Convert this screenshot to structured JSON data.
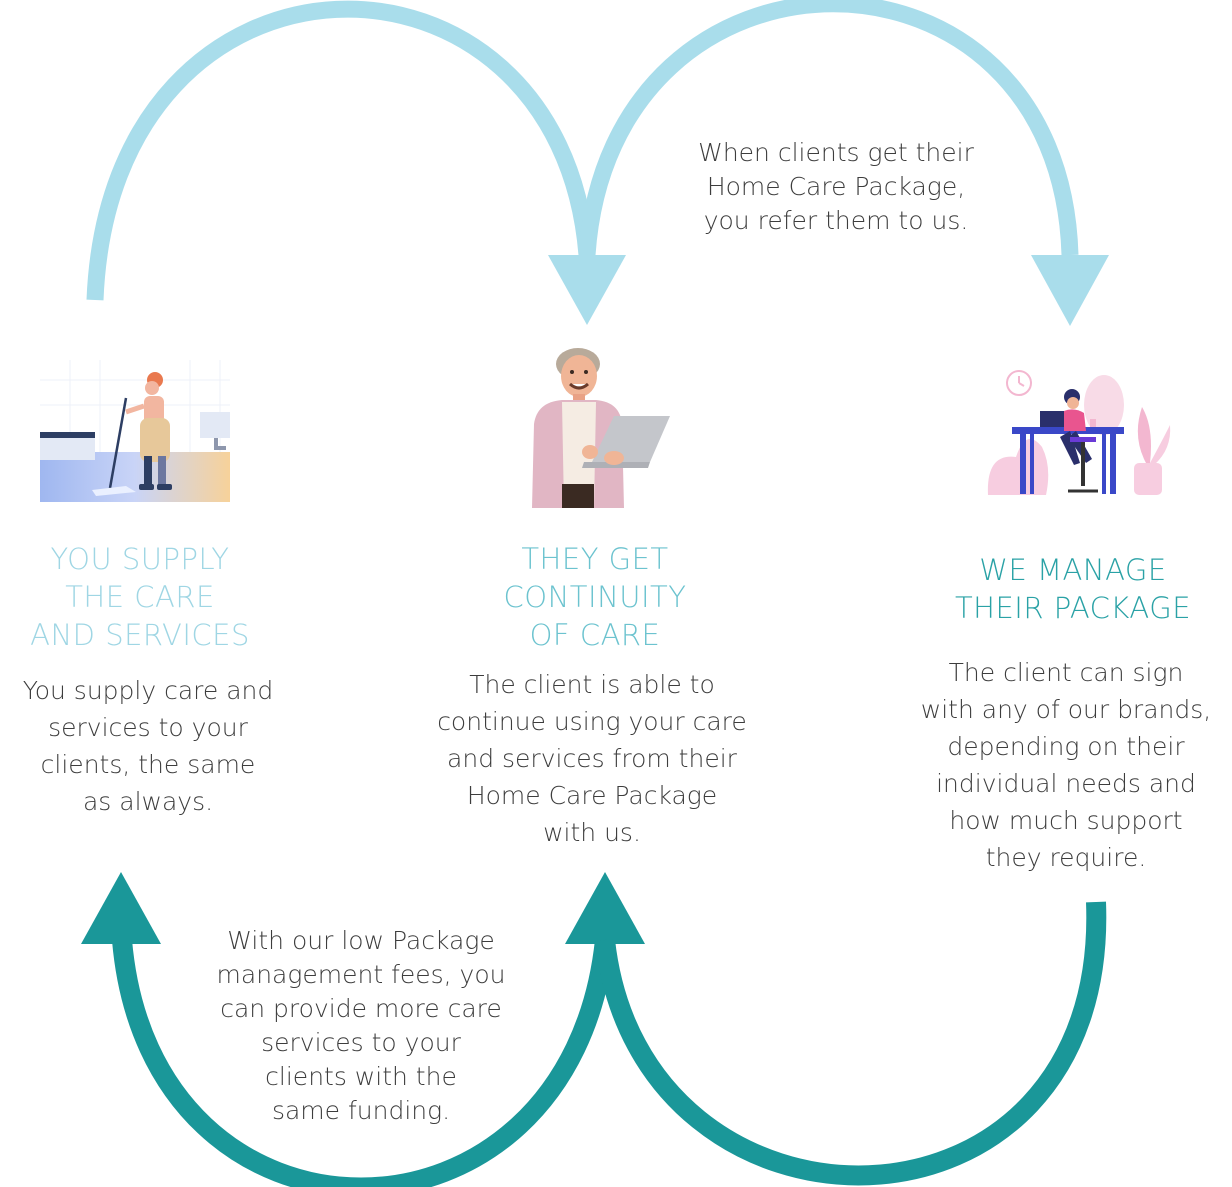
{
  "colors": {
    "arrow_top": "#a9ddeb",
    "arrow_bottom": "#1a9799",
    "heading_light": "#9fd6e4",
    "heading_mid": "#6cc3cf",
    "heading_dark": "#2aa2a6",
    "body_text": "#3d3d3d"
  },
  "arrows": {
    "top_note": [
      "When clients get their",
      "Home Care Package,",
      "you refer them to us."
    ],
    "bottom_note": [
      "With our low Package",
      "management fees, you",
      "can provide more care",
      "services to your",
      "clients with the",
      "same funding."
    ]
  },
  "steps": [
    {
      "illustration": "cleaner-mopping-icon",
      "heading": [
        "YOU SUPPLY",
        "THE CARE",
        "AND SERVICES"
      ],
      "body": [
        "You supply care and",
        "services to your",
        "clients, the same",
        "as always."
      ]
    },
    {
      "illustration": "client-with-laptop-icon",
      "heading": [
        "THEY GET",
        "CONTINUITY",
        "OF CARE"
      ],
      "body": [
        "The client is able to",
        "continue using your care",
        "and services from their",
        "Home Care Package",
        "with us."
      ]
    },
    {
      "illustration": "woman-at-desk-icon",
      "heading": [
        "WE MANAGE",
        "THEIR PACKAGE"
      ],
      "body": [
        "The client can sign",
        "with any of our brands,",
        "depending on their",
        "individual needs and",
        "how much support",
        "they require."
      ]
    }
  ]
}
